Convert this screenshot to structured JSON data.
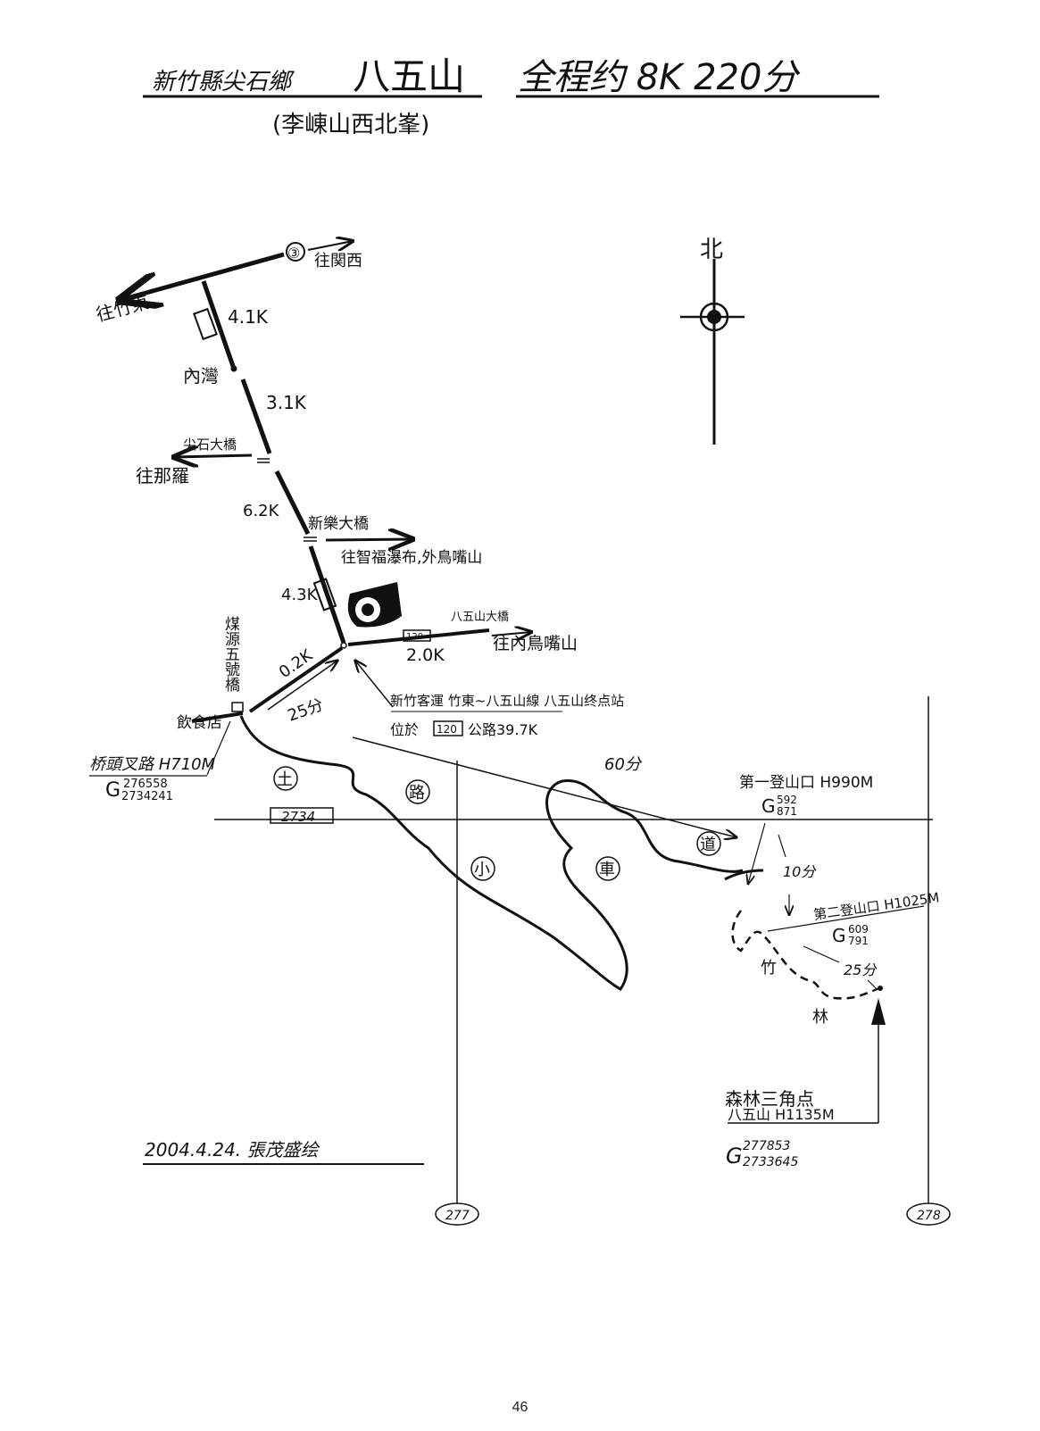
{
  "title": {
    "region": "新竹縣尖石鄉",
    "mountain": "八五山",
    "summary": "全程约 8K 220分",
    "subtitle": "(李崠山西北峯)"
  },
  "north_label": "北",
  "roads": {
    "route3": "③",
    "to_guanxi": "往関西",
    "to_zhudong": "往竹東",
    "dist1": "4.1K",
    "neiwan": "內灣",
    "dist2": "3.1K",
    "jianshi_bridge": "尖石大橋",
    "to_naluo": "往那羅",
    "dist3": "6.2K",
    "xinle_bridge": "新樂大橋",
    "to_falls": "往智福瀑布,外鳥嘴山",
    "dist4": "4.3K",
    "route_120": "120",
    "bawu_bridge": "八五山大橋",
    "dist5": "2.0K",
    "to_neiniaozui": "往內鳥嘴山",
    "meiyuan_bridge": "煤源五號橋",
    "dist6": "0.2K",
    "restaurant": "飲食店",
    "time_25": "25分"
  },
  "bus_stop": {
    "line1": "新竹客運 竹東~八五山線 八五山终点站",
    "line2_prefix": "位於",
    "line2_route": "120",
    "line2_suffix": "公路39.7K"
  },
  "junction": {
    "name": "桥頭叉路 H710M",
    "g_top": "276558",
    "g_bottom": "2734241",
    "g": "G"
  },
  "grid": {
    "northing": "2734",
    "easting_1": "277",
    "easting_2": "278"
  },
  "dirt_road": [
    "土",
    "路",
    "小",
    "車",
    "道"
  ],
  "time_60": "60分",
  "trailhead1": {
    "name": "第一登山口 H990M",
    "g_top": "592",
    "g_bottom": "871",
    "g": "G"
  },
  "time_10": "10分",
  "trailhead2": {
    "name": "第二登山口 H1025M",
    "g_top": "609",
    "g_bottom": "791",
    "g": "G"
  },
  "bamboo_forest": [
    "竹",
    "林"
  ],
  "time_25b": "25分",
  "summit": {
    "marker": "森林三角点",
    "name": "八五山 H1135M",
    "g": "G",
    "g_top": "277853",
    "g_bottom": "2733645"
  },
  "credit": "2004.4.24. 張茂盛绘",
  "page_number": "46"
}
